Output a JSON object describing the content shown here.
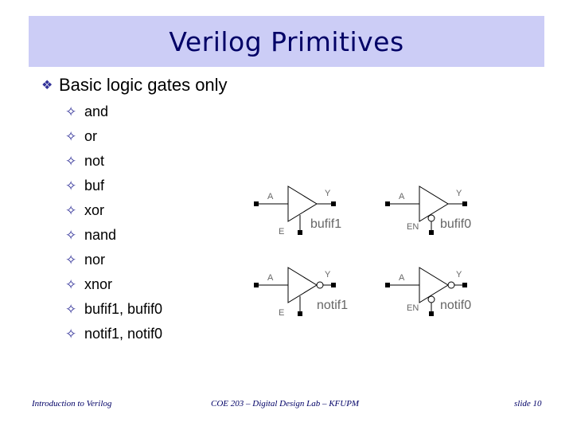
{
  "slide": {
    "title": "Verilog Primitives",
    "main_bullet": "Basic logic gates only",
    "main_bullet_icon": "diamond-bullet-icon",
    "sub_bullet_icon": "four-point-star-icon",
    "items": [
      "and",
      "or",
      "not",
      "buf",
      "xor",
      "nand",
      "nor",
      "xnor",
      "bufif1, bufif0",
      "notif1, notif0"
    ]
  },
  "gates": [
    {
      "input_label": "A",
      "output_label": "Y",
      "enable_label": "E",
      "gate_name": "bufif1",
      "inverted_output": false,
      "inverted_enable": false
    },
    {
      "input_label": "A",
      "output_label": "Y",
      "enable_label": "EN",
      "gate_name": "bufif0",
      "inverted_output": false,
      "inverted_enable": true
    },
    {
      "input_label": "A",
      "output_label": "Y",
      "enable_label": "E",
      "gate_name": "notif1",
      "inverted_output": true,
      "inverted_enable": false
    },
    {
      "input_label": "A",
      "output_label": "Y",
      "enable_label": "EN",
      "gate_name": "notif0",
      "inverted_output": true,
      "inverted_enable": true
    }
  ],
  "footer": {
    "left": "Introduction to Verilog",
    "center": "COE 203 – Digital Design Lab – KFUPM",
    "right": "slide 10"
  },
  "colors": {
    "title_background": "#cccdf6",
    "title_text": "#000066",
    "bullet": "#333399"
  }
}
